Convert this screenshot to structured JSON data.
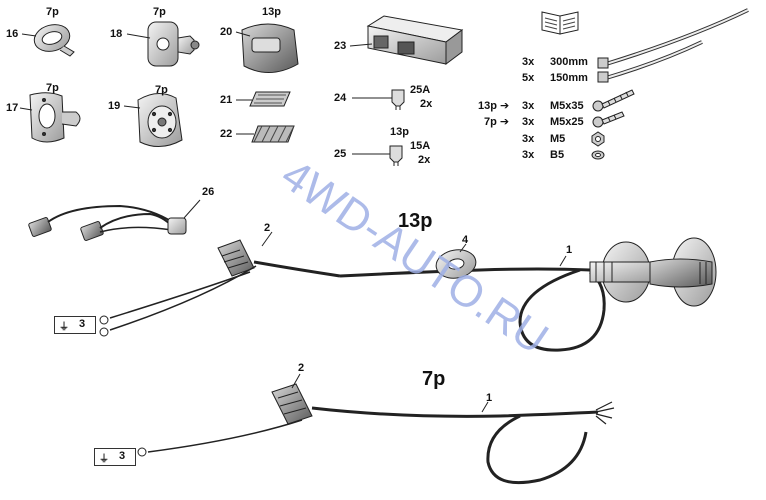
{
  "parts": {
    "p16": {
      "num": "16",
      "pins": "7p"
    },
    "p18": {
      "num": "18",
      "pins": "7p"
    },
    "p20": {
      "num": "20",
      "pins": "13p"
    },
    "p17": {
      "num": "17",
      "pins": "7p"
    },
    "p19": {
      "num": "19",
      "pins": "7p"
    },
    "p21": {
      "num": "21"
    },
    "p22": {
      "num": "22"
    },
    "p23": {
      "num": "23"
    },
    "p24": {
      "num": "24",
      "rating": "25A",
      "qty": "2x"
    },
    "p25": {
      "num": "25",
      "pins": "13p",
      "rating": "15A",
      "qty": "2x"
    },
    "p26": {
      "num": "26"
    }
  },
  "hardware": [
    {
      "prefix": "",
      "qty": "3x",
      "spec": "300mm"
    },
    {
      "prefix": "",
      "qty": "5x",
      "spec": "150mm"
    },
    {
      "prefix": "13p ➔",
      "qty": "3x",
      "spec": "M5x35"
    },
    {
      "prefix": "7p ➔",
      "qty": "3x",
      "spec": "M5x25"
    },
    {
      "prefix": "",
      "qty": "3x",
      "spec": "M5"
    },
    {
      "prefix": "",
      "qty": "3x",
      "spec": "B5"
    }
  ],
  "harness13": {
    "title": "13p",
    "l1": "1",
    "l2": "2",
    "l4": "4",
    "ground": "3"
  },
  "harness7": {
    "title": "7p",
    "l1": "1",
    "l2": "2",
    "ground": "3"
  },
  "watermark": "4WD-AUTO.RU",
  "colors": {
    "line": "#222222",
    "fill_light": "#e6e6e6",
    "fill_mid": "#bdbdbd",
    "fill_dark": "#6e6e6e",
    "watermark": "#9fb0e6"
  }
}
